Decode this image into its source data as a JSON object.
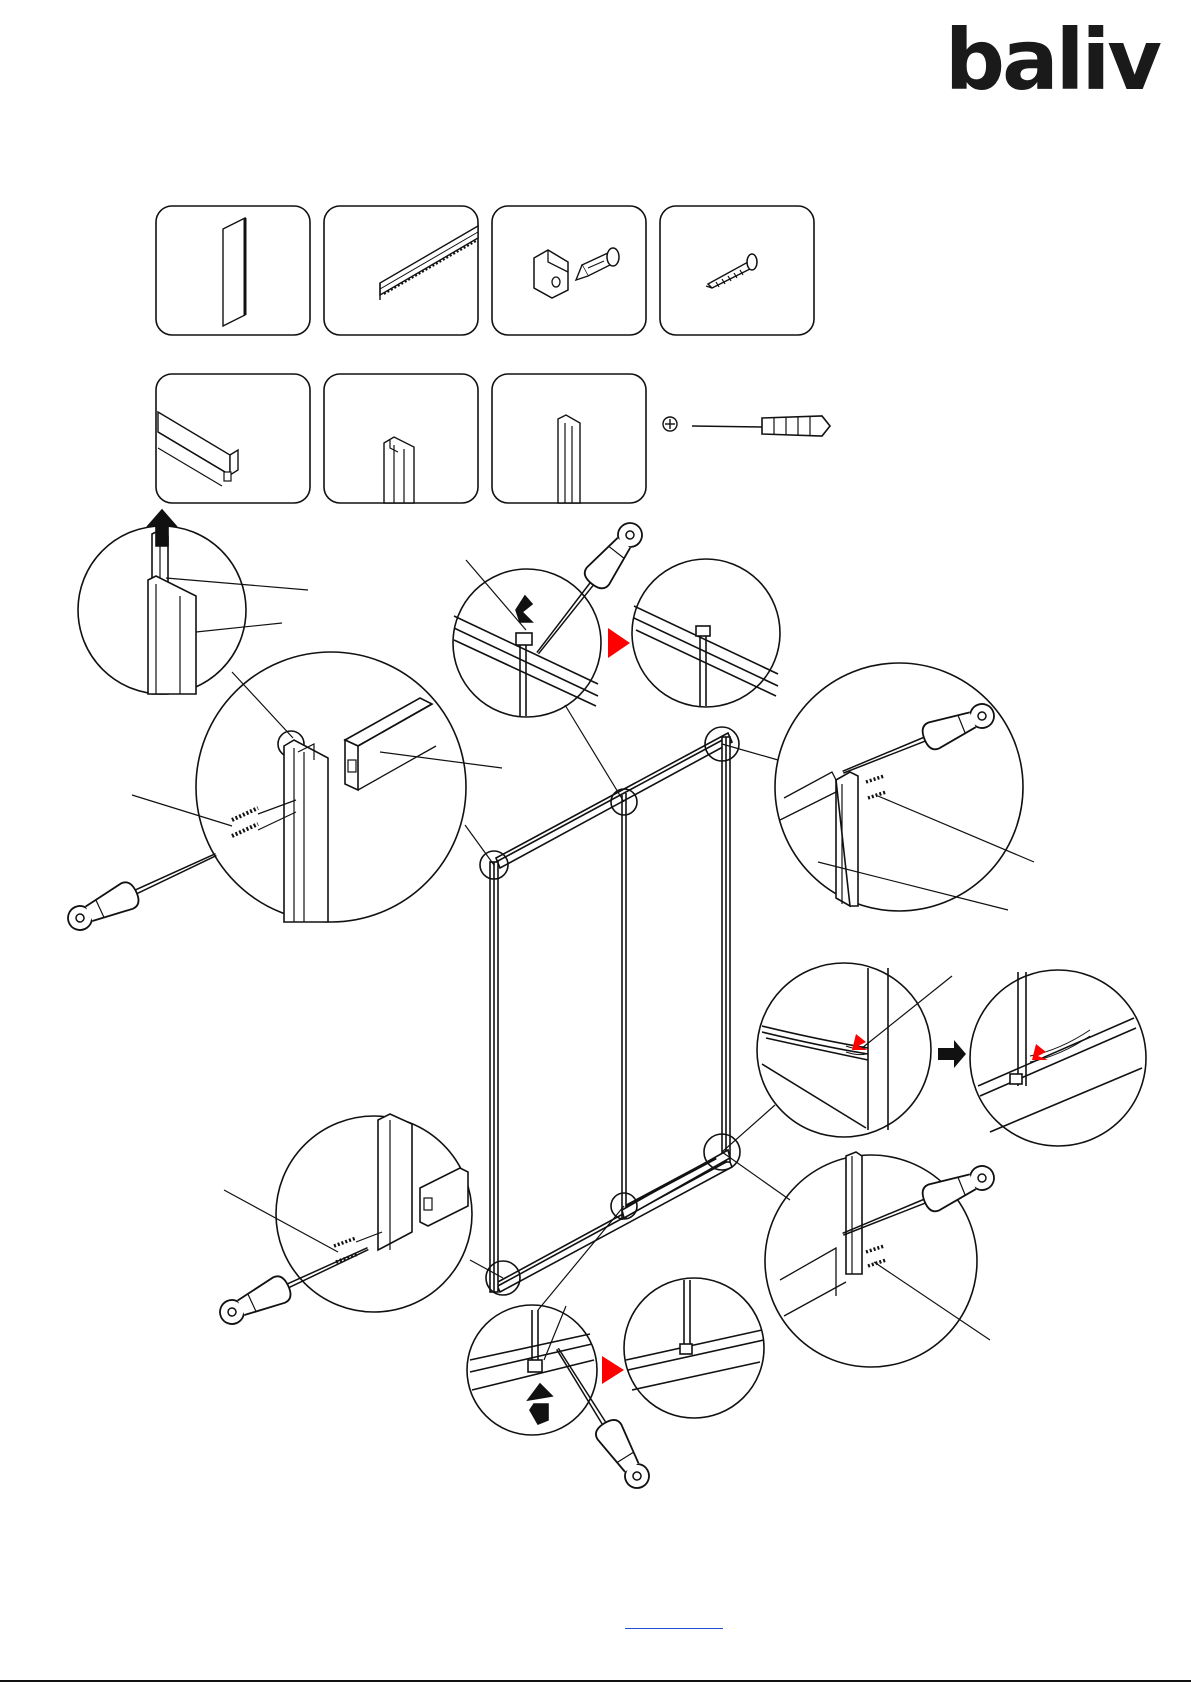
{
  "brand": {
    "logo_text": "baliv"
  },
  "parts_row_1": [
    {
      "id": "glass-panel"
    },
    {
      "id": "seal-strip"
    },
    {
      "id": "bracket-and-screw"
    },
    {
      "id": "screw"
    }
  ],
  "parts_row_2": [
    {
      "id": "horizontal-profile"
    },
    {
      "id": "vertical-profile-short"
    },
    {
      "id": "vertical-profile-long"
    }
  ],
  "tool": {
    "icon": "phillips-screwdriver-icon"
  },
  "link": {
    "text": ""
  },
  "footer": {
    "text": ""
  },
  "colors": {
    "line": "#111111",
    "arrow_red": "#ff0000",
    "link_blue": "#1f4fd1"
  }
}
